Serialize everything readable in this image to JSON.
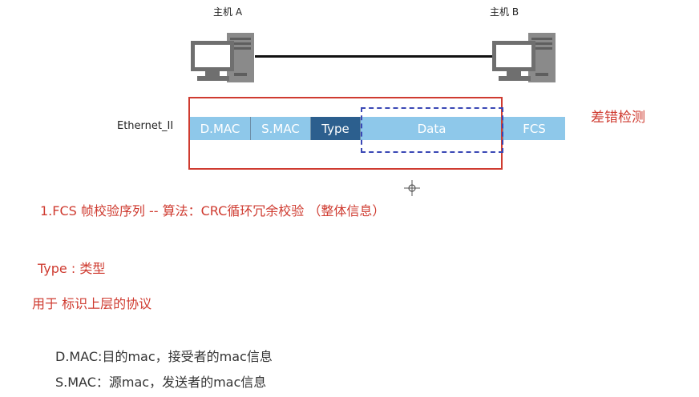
{
  "hosts": {
    "a_label": "主机 A",
    "b_label": "主机 B"
  },
  "frame": {
    "label": "Ethernet_II",
    "fields": [
      "D.MAC",
      "S.MAC",
      "Type",
      "Data",
      "FCS"
    ]
  },
  "detection_label": "差错检测",
  "notes": {
    "fcs": "1.FCS  帧校验序列  -- 算法：CRC循环冗余校验  （整体信息）",
    "type_title": "Type :   类型",
    "type_desc": "用于 标识上层的协议",
    "dmac": "D.MAC:目的mac，接受者的mac信息",
    "smac": "S.MAC：源mac，发送者的mac信息"
  },
  "colors": {
    "field_light": "#8ec8ea",
    "field_dark": "#2c5f8e",
    "accent_red": "#cf3b30",
    "selection_blue": "#3a48b5"
  },
  "icons": [
    "computer-icon",
    "computer-icon",
    "crosshair-icon"
  ]
}
